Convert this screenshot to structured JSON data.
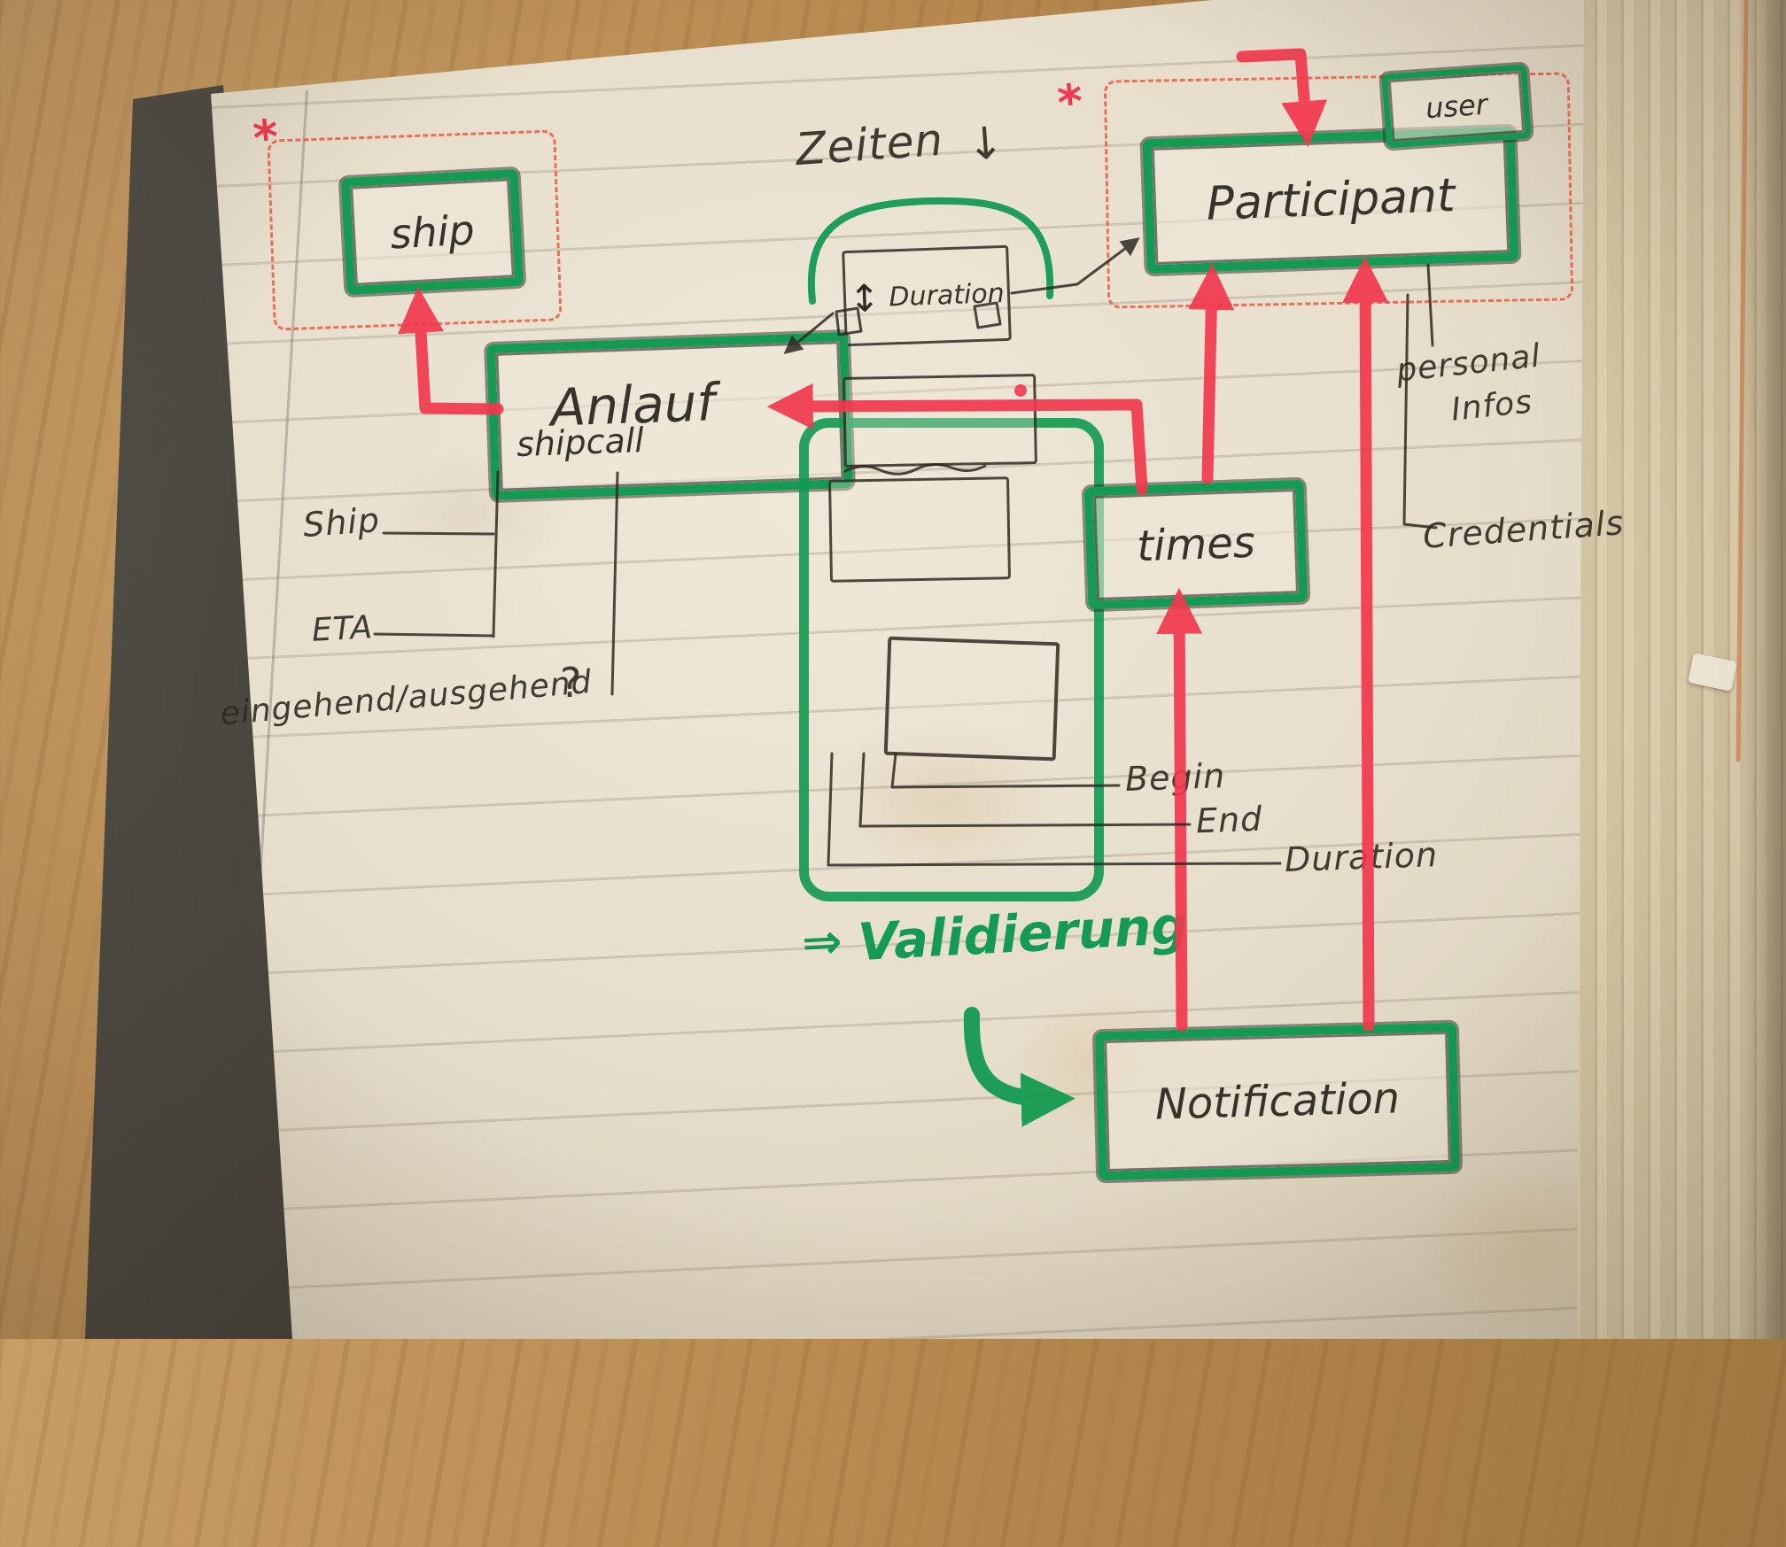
{
  "colors": {
    "marker_green": "#149a52",
    "marker_red": "#f2384e",
    "pen": "#2d2a23",
    "paper": "#e9e1d0"
  },
  "boxes": {
    "ship": {
      "label": "ship"
    },
    "anlauf": {
      "label_line1": "Anlauf",
      "label_line2": "shipcall"
    },
    "duration": {
      "arrow": "↕",
      "label": "Duration"
    },
    "participant": {
      "label": "Participant"
    },
    "user": {
      "label": "user"
    },
    "times": {
      "label": "times"
    },
    "notification": {
      "label": "Notification"
    }
  },
  "annotations": {
    "zeiten_text": "Zeiten",
    "zeiten_arrow": "↓",
    "validierung_prefix": "⇒",
    "validierung_text": "Validierung",
    "asterisk": "*"
  },
  "attributes": {
    "ship": "Ship",
    "eta": "ETA",
    "eingehend": "eingehend/ausgehend",
    "question": "?",
    "begin": "Begin",
    "end": "End",
    "duration": "Duration",
    "personal_line1": "personal",
    "personal_line2": "Infos",
    "credentials": "Credentials"
  }
}
